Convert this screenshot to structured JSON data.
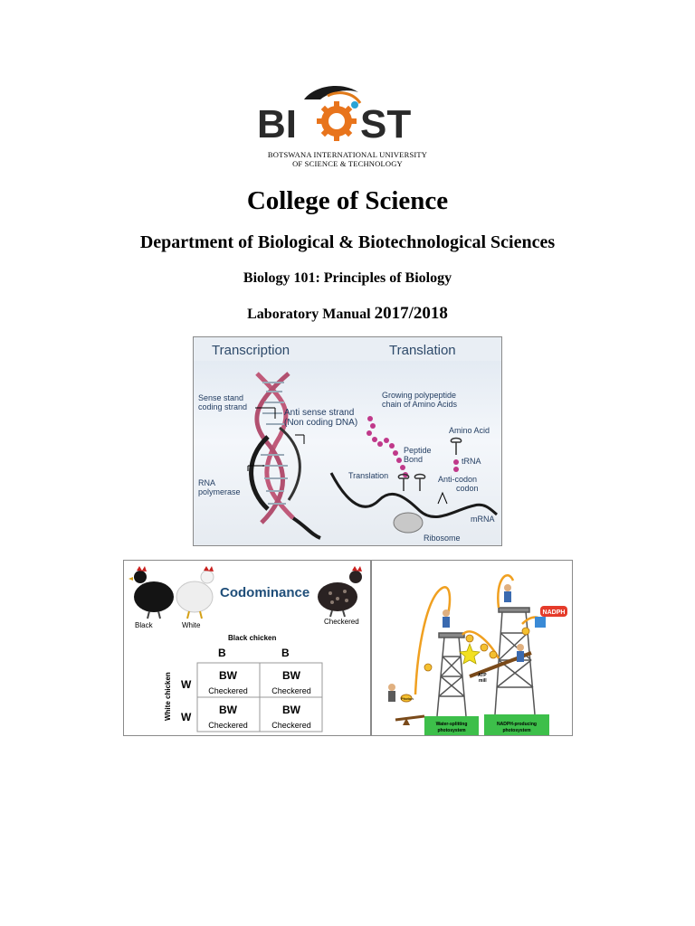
{
  "logo": {
    "wordmark": "BIUST",
    "university_line1": "BOTSWANA INTERNATIONAL UNIVERSITY",
    "university_line2": "OF SCIENCE & TECHNOLOGY"
  },
  "header": {
    "college": "College of Science",
    "department": "Department of Biological & Biotechnological Sciences",
    "course": "Biology 101: Principles of Biology",
    "manual_label": "Laboratory Manual",
    "manual_year": "2017/2018"
  },
  "figure_dna": {
    "title_left": "Transcription",
    "title_right": "Translation",
    "sense_line1": "Sense stand",
    "sense_line2": "coding strand",
    "anti_line1": "Anti sense strand",
    "anti_line2": "(Non coding DNA)",
    "rna_line1": "RNA",
    "rna_line2": "polymerase",
    "growing_line1": "Growing polypeptide",
    "growing_line2": "chain of Amino Acids",
    "amino_acid": "Amino Acid",
    "peptide_line1": "Peptide",
    "peptide_line2": "Bond",
    "trna": "tRNA",
    "translation": "Translation",
    "anticodon": "Anti-codon",
    "codon": "codon",
    "mrna": "mRNA",
    "ribosome": "Ribosome"
  },
  "figure_codominance": {
    "title": "Codominance",
    "black": "Black",
    "white": "White",
    "checkered": "Checkered",
    "black_chicken": "Black chicken",
    "white_chicken": "White chicken",
    "col_alleles": [
      "B",
      "B"
    ],
    "row_alleles": [
      "W",
      "W"
    ],
    "cells": [
      [
        {
          "genotype": "BW",
          "phenotype": "Checkered"
        },
        {
          "genotype": "BW",
          "phenotype": "Checkered"
        }
      ],
      [
        {
          "genotype": "BW",
          "phenotype": "Checkered"
        },
        {
          "genotype": "BW",
          "phenotype": "Checkered"
        }
      ]
    ]
  },
  "figure_photosystem": {
    "nadph": "NADPH",
    "atp_line1": "ATP",
    "atp_line2": "mill",
    "photon": "Photon",
    "water_line1": "Water-splitting",
    "water_line2": "photosystem",
    "nadph_line1": "NADPH-producing",
    "nadph_line2": "photosystem"
  }
}
